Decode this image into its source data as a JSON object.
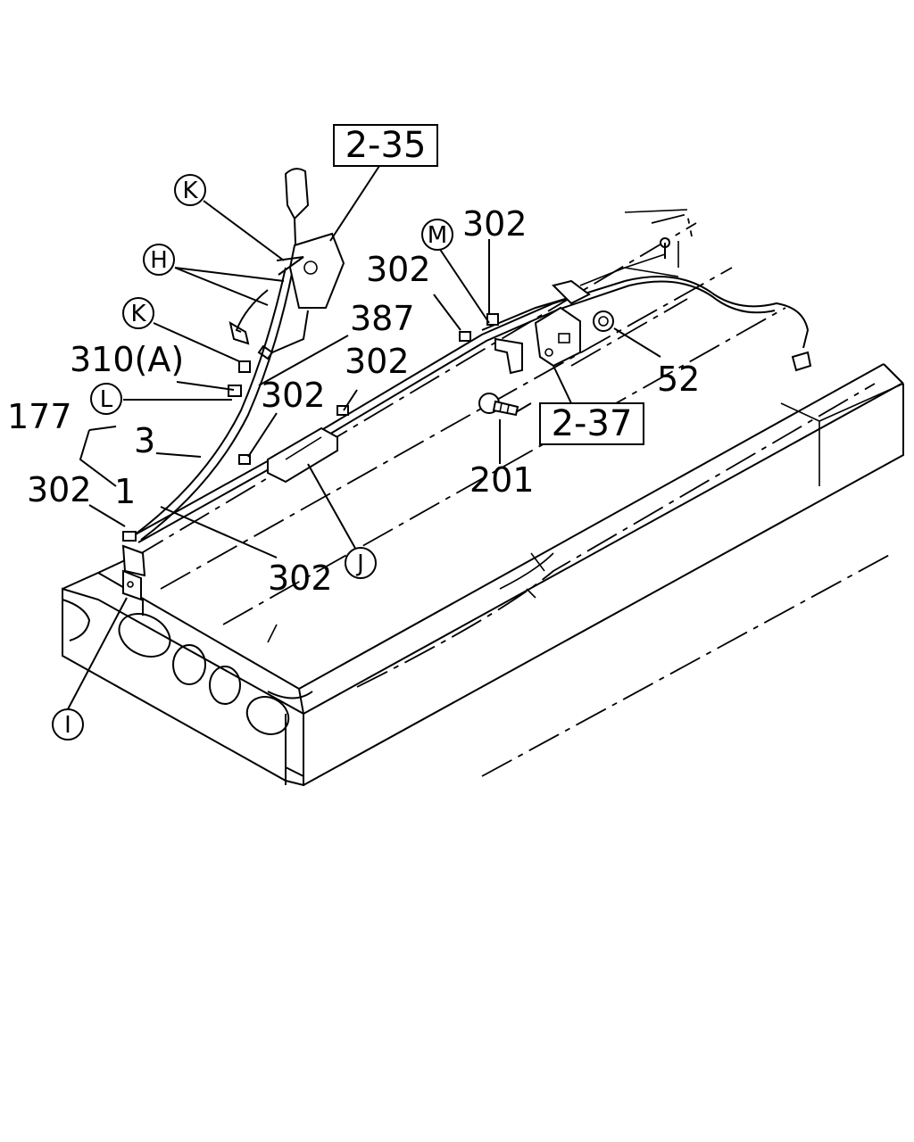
{
  "colors": {
    "ink": "#000000",
    "paper": "#ffffff"
  },
  "diagram": {
    "ref_boxes": {
      "top": "2-35",
      "right": "2-37"
    },
    "callout_letters": {
      "k_top": "K",
      "h": "H",
      "k_mid": "K",
      "l": "L",
      "m": "M",
      "j": "J",
      "i": "I"
    },
    "part_numbers": {
      "p302_top_right": "302",
      "p302_upper": "302",
      "p387": "387",
      "p310a": "310(A)",
      "p302_mid_right": "302",
      "p302_mid": "302",
      "p177": "177",
      "p3": "3",
      "p302_left": "302",
      "p1": "1",
      "p302_bottom": "302",
      "p52": "52",
      "p201": "201"
    }
  }
}
